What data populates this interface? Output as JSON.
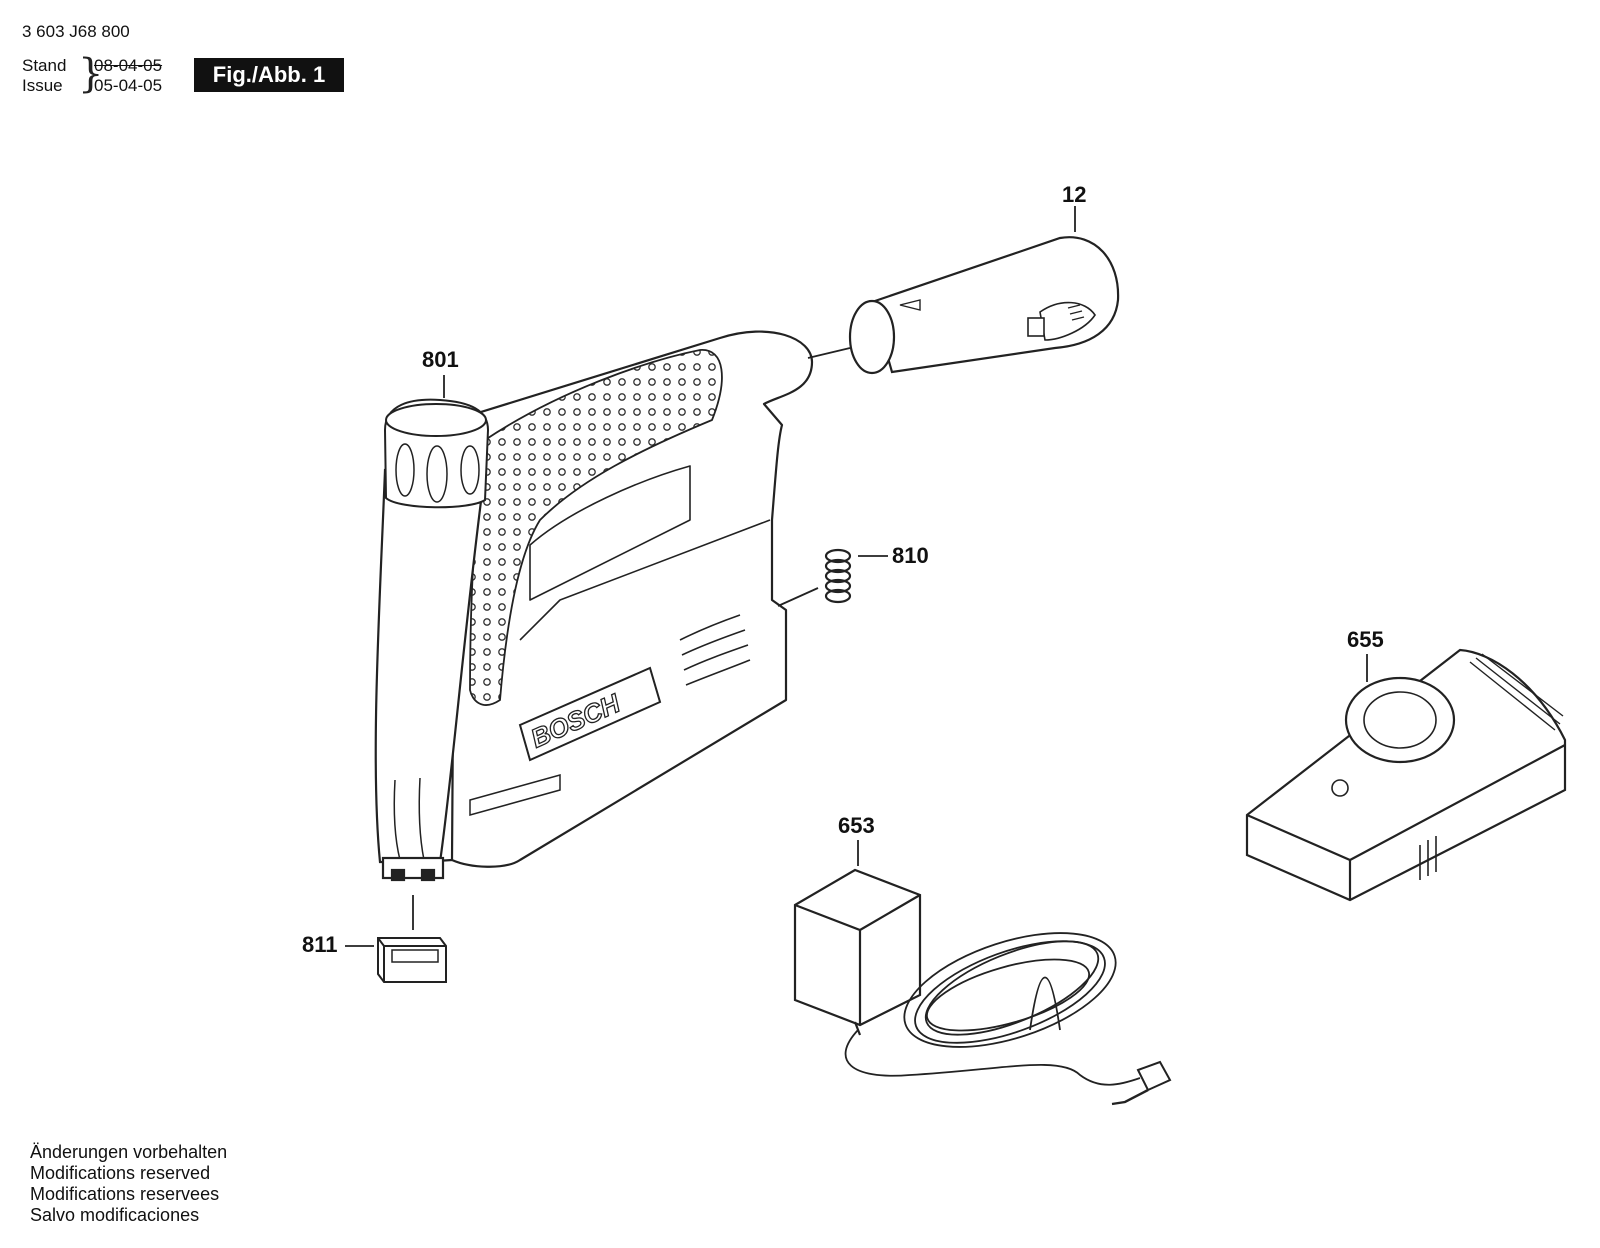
{
  "header": {
    "part_number": "3 603 J68 800",
    "stand_label": "Stand",
    "issue_label": "Issue",
    "date_old": "08-04-05",
    "date_new": "05-04-05",
    "figure_badge": "Fig./Abb. 1"
  },
  "callouts": {
    "battery": "12",
    "end_cap": "801",
    "spring": "810",
    "charger": "655",
    "adapter": "653",
    "nose_cap": "811"
  },
  "brand_logo": "BOSCH",
  "footer": {
    "lines": [
      "Änderungen vorbehalten",
      "Modifications reserved",
      "Modifications reservees",
      "Salvo modificaciones"
    ]
  }
}
